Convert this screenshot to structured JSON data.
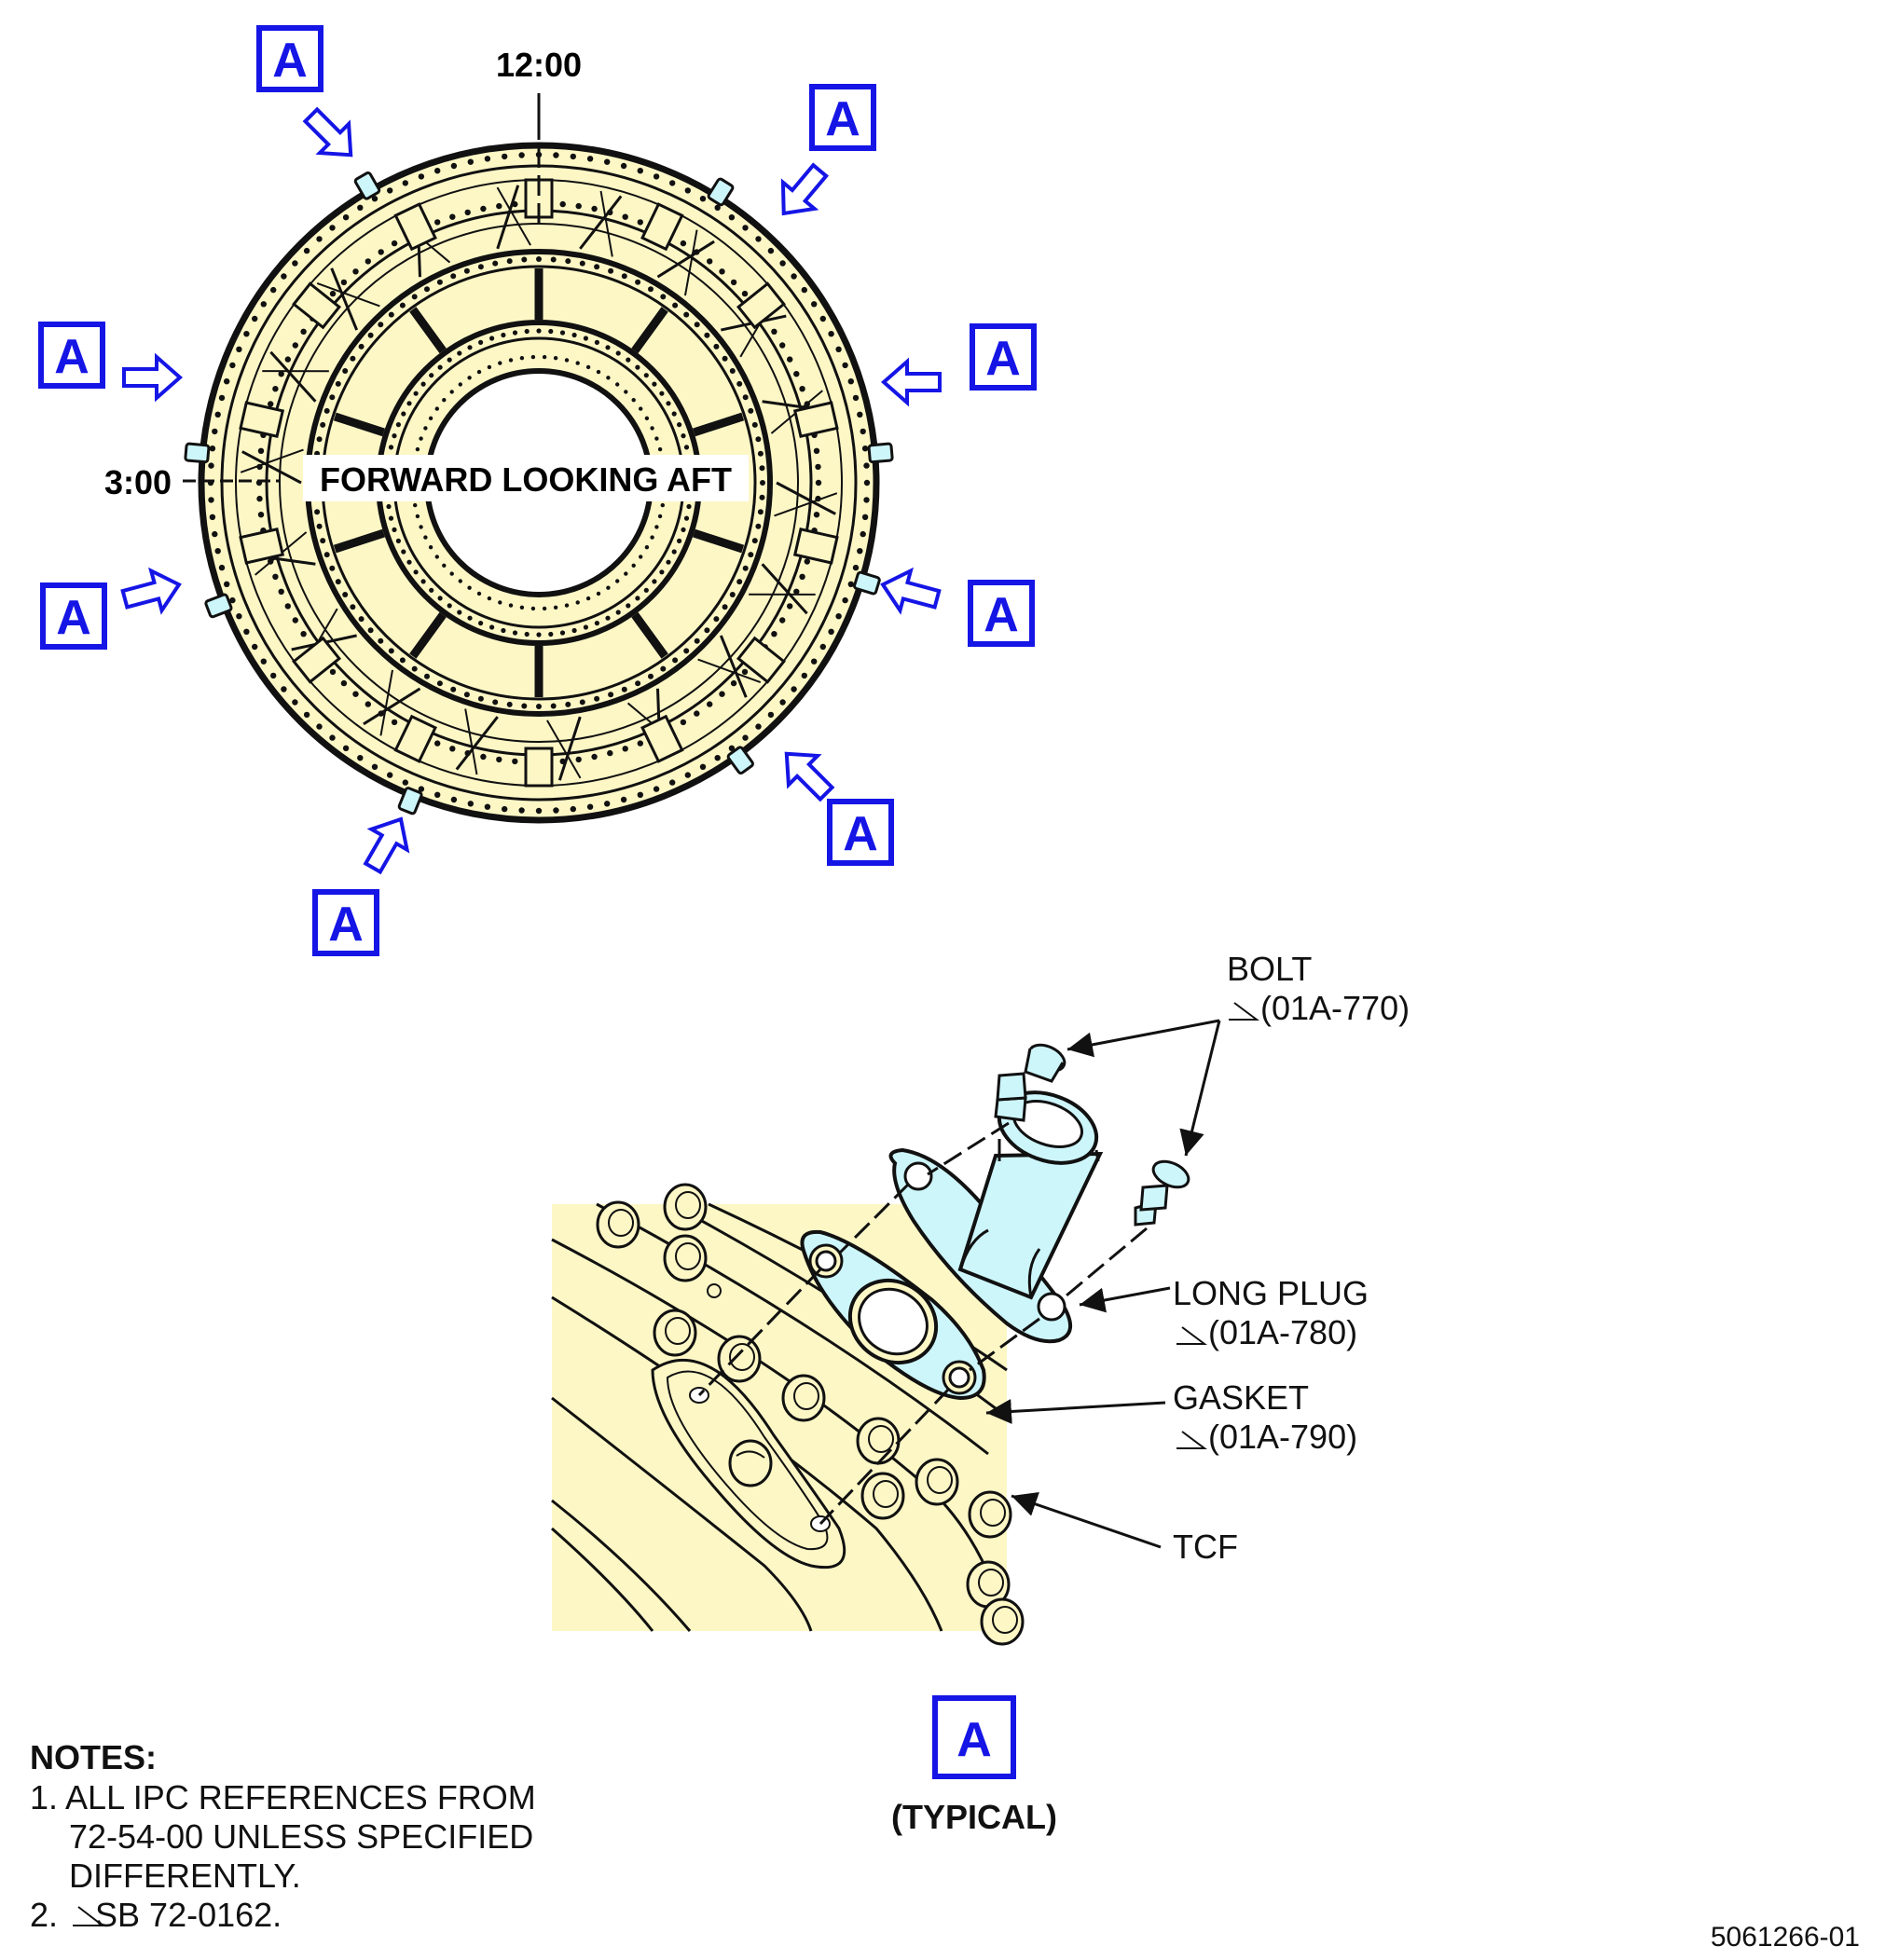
{
  "top_view": {
    "clock_12": "12:00",
    "clock_3": "3:00",
    "title": "FORWARD LOOKING AFT",
    "callout_letter": "A"
  },
  "detail": {
    "callout_letter": "A",
    "caption": "(TYPICAL)",
    "labels": [
      {
        "id": "bolt",
        "name": "BOLT",
        "ref": "(01A-770)"
      },
      {
        "id": "long_plug",
        "name": "LONG PLUG",
        "ref": "(01A-780)"
      },
      {
        "id": "gasket",
        "name": "GASKET",
        "ref": "(01A-790)"
      },
      {
        "id": "tcf",
        "name": "TCF",
        "ref": ""
      }
    ]
  },
  "notes": {
    "title": "NOTES:",
    "items": [
      "1. ALL IPC REFERENCES FROM",
      "72-54-00 UNLESS SPECIFIED",
      "DIFFERENTLY.",
      "2.    SB 72-0162."
    ]
  },
  "figure_number": "5061266-01",
  "colors": {
    "callout_blue": "#1515e6",
    "part_fill": "#fdf7c6",
    "highlight_cyan": "#cdf6fb",
    "line": "#111111"
  }
}
